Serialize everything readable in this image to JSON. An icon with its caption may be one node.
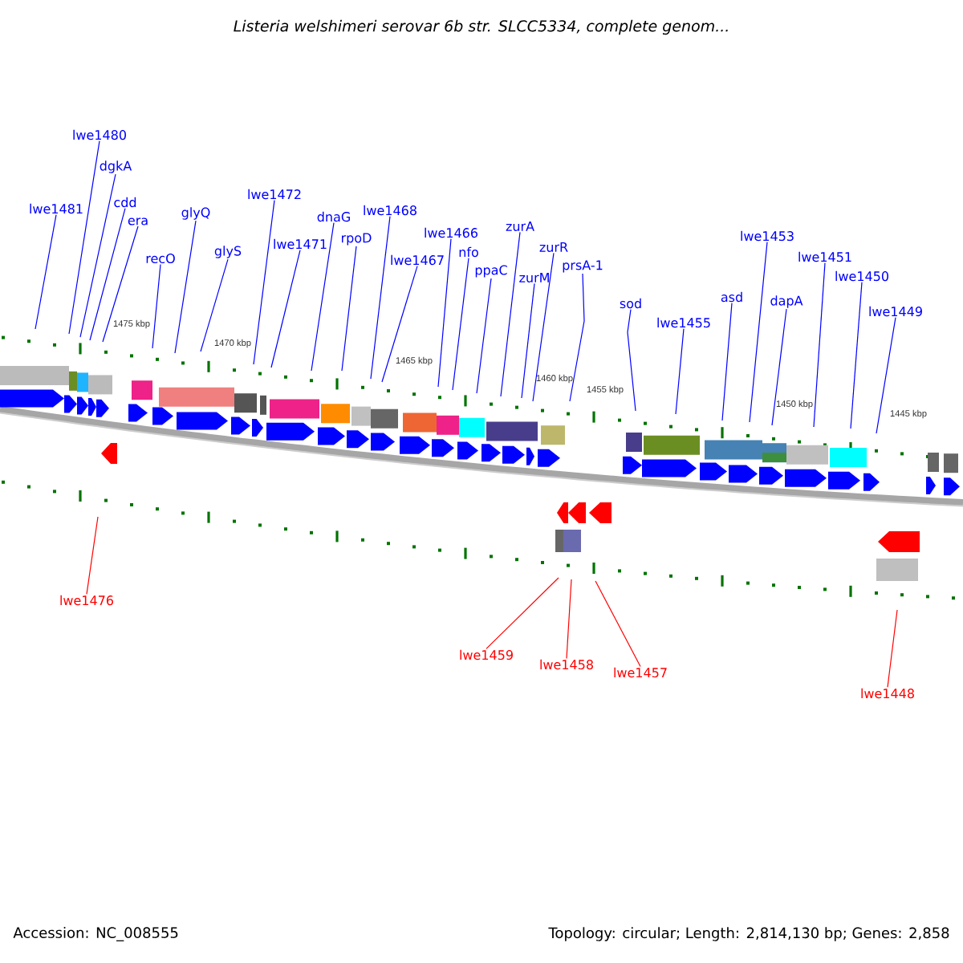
{
  "diagram": {
    "title": "Listeria welshimeri serovar 6b str. SLCC5334, complete genom...",
    "nodes": [
      {
        "text": [
          "lwe1481"
        ]
      },
      {
        "text": [
          "lwe1480"
        ]
      },
      {
        "text": [
          "dgkA"
        ]
      },
      {
        "text": [
          "cdd"
        ]
      },
      {
        "text": [
          "era"
        ]
      },
      {
        "text": [
          "recO"
        ]
      },
      {
        "text": [
          "glyQ"
        ]
      },
      {
        "text": [
          "glyS"
        ]
      },
      {
        "text": [
          "lwe1472"
        ]
      },
      {
        "text": [
          "lwe1471"
        ]
      },
      {
        "text": [
          "dnaG"
        ]
      },
      {
        "text": [
          "rpoD"
        ]
      },
      {
        "text": [
          "lwe1468"
        ]
      },
      {
        "text": [
          "lwe1467"
        ]
      },
      {
        "text": [
          "lwe1466"
        ]
      },
      {
        "text": [
          "nfo"
        ]
      },
      {
        "text": [
          "ppaC"
        ]
      },
      {
        "text": [
          "zurA"
        ]
      },
      {
        "text": [
          "zurM"
        ]
      },
      {
        "text": [
          "zurR"
        ]
      },
      {
        "text": [
          "prsA-1"
        ]
      },
      {
        "text": [
          "sod"
        ]
      },
      {
        "text": [
          "lwe1455"
        ]
      },
      {
        "text": [
          "asd"
        ]
      },
      {
        "text": [
          "lwe1453"
        ]
      },
      {
        "text": [
          "dapA"
        ]
      },
      {
        "text": [
          "lwe1451"
        ]
      },
      {
        "text": [
          "lwe1450"
        ]
      },
      {
        "text": [
          "lwe1449"
        ]
      },
      {
        "text": [
          "lwe1476"
        ]
      },
      {
        "text": [
          "lwe1459"
        ]
      },
      {
        "text": [
          "lwe1458"
        ]
      },
      {
        "text": [
          "lwe1457"
        ]
      },
      {
        "text": [
          "lwe1448"
        ]
      }
    ],
    "edges": [
      {
        "from": 0,
        "to": null,
        "arrow": "none"
      },
      {
        "from": 1,
        "to": null,
        "arrow": "none"
      },
      {
        "from": 2,
        "to": null,
        "arrow": "none"
      },
      {
        "from": 3,
        "to": null,
        "arrow": "none"
      },
      {
        "from": 4,
        "to": null,
        "arrow": "none"
      },
      {
        "from": 5,
        "to": null,
        "arrow": "none"
      },
      {
        "from": 6,
        "to": null,
        "arrow": "none"
      },
      {
        "from": 7,
        "to": null,
        "arrow": "none"
      },
      {
        "from": 8,
        "to": null,
        "arrow": "none"
      },
      {
        "from": 9,
        "to": null,
        "arrow": "none"
      },
      {
        "from": 10,
        "to": null,
        "arrow": "none"
      },
      {
        "from": 11,
        "to": null,
        "arrow": "none"
      },
      {
        "from": 12,
        "to": null,
        "arrow": "none"
      },
      {
        "from": 13,
        "to": null,
        "arrow": "none"
      },
      {
        "from": 14,
        "to": null,
        "arrow": "none"
      },
      {
        "from": 15,
        "to": null,
        "arrow": "none"
      },
      {
        "from": 16,
        "to": null,
        "arrow": "none"
      },
      {
        "from": 17,
        "to": null,
        "arrow": "none"
      },
      {
        "from": 18,
        "to": null,
        "arrow": "none"
      },
      {
        "from": 19,
        "to": null,
        "arrow": "none"
      },
      {
        "from": 20,
        "to": null,
        "arrow": "none"
      },
      {
        "from": 21,
        "to": null,
        "arrow": "none"
      },
      {
        "from": 22,
        "to": null,
        "arrow": "none"
      },
      {
        "from": 23,
        "to": null,
        "arrow": "none"
      },
      {
        "from": 24,
        "to": null,
        "arrow": "none"
      },
      {
        "from": 25,
        "to": null,
        "arrow": "none"
      },
      {
        "from": 26,
        "to": null,
        "arrow": "none"
      },
      {
        "from": 27,
        "to": null,
        "arrow": "none"
      },
      {
        "from": 28,
        "to": null,
        "arrow": "none"
      },
      {
        "from": 29,
        "to": null,
        "arrow": "none",
        "color": "#ff0000"
      },
      {
        "from": 30,
        "to": null,
        "arrow": "none",
        "color": "#ff0000"
      },
      {
        "from": 31,
        "to": null,
        "arrow": "none",
        "color": "#ff0000"
      },
      {
        "from": 32,
        "to": null,
        "arrow": "none",
        "color": "#ff0000"
      },
      {
        "from": 33,
        "to": null,
        "arrow": "none",
        "color": "#ff0000"
      }
    ],
    "labels": [
      "1475 kbp",
      "1470 kbp",
      "1465 kbp",
      "1460 kbp",
      "1455 kbp",
      "1450 kbp",
      "1445 kbp",
      "Accession: NC_008555",
      "Topology: circular; Length: 2,814,130 bp; Genes: 2,858"
    ]
  }
}
